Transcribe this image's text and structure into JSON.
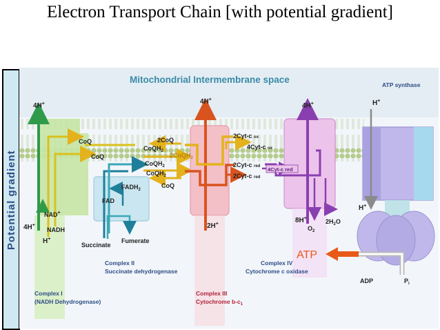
{
  "title": "Electron Transport Chain [with potential gradient]",
  "sidebar_label": "Potential gradient",
  "space_label": "Mitochondrial Intermembrane space",
  "colors": {
    "membrane_bg": "#dbe7ef",
    "membrane_heads": "#b5cc8d",
    "complex_I": "#c6e6a4",
    "complex_II": "#c9e6f1",
    "complex_III": "#f3c0c8",
    "complex_IV": "#ecc3ea",
    "atp_synthase": "#c0b8ea",
    "atp_arrow": "#e85a1a",
    "label_blue": "#2e4d86",
    "label_red": "#b0243a"
  },
  "proton_labels": {
    "top_I": "4H",
    "top_III": "4H",
    "top_IV": "4H",
    "top_atp": "H",
    "bottom_I_4h": "4H",
    "bottom_I_h": "H",
    "bottom_III": "2H",
    "bottom_IV": "8H",
    "bottom_atp": "H",
    "plus": "+"
  },
  "carriers": {
    "coq_1": "CoQ",
    "coq_2": "CoQ",
    "coq_3": "CoQ",
    "two_coq": "2CoQ",
    "coqh2_1": "CoQH",
    "coqh2_2": "CoQH",
    "coqh2_3": "CoQH",
    "two_coqh2": "2CoQH",
    "sub2": "2"
  },
  "cytochromes": {
    "cyt_ox_2": "2Cyt-c",
    "cyt_ox_4": "4Cyt-c",
    "ox": "ox",
    "cyt_red_2a": "2Cyt-c",
    "cyt_red_2b": "2Cyt-c",
    "red": "red",
    "cyt_red_4": "4Cyt-c red"
  },
  "metabolites": {
    "nad": "NAD",
    "nadh": "NADH",
    "fadh2": "FADH",
    "fad": "FAD",
    "succinate": "Succinate",
    "fumerate": "Fumerate",
    "o2": "O",
    "h2o": "2H",
    "h2o_o": "O",
    "atp": "ATP",
    "adp": "ADP",
    "pi": "P",
    "pi_sub": "i",
    "atp_synthase": "ATP synthase"
  },
  "complexes": {
    "I_name": "Complex I",
    "I_full": "(NADH Dehydrogenase)",
    "II_name": "Complex II",
    "II_full": "Succinate dehydrogenase",
    "III_name": "Complex III",
    "III_full": "Cytochrome b-c",
    "III_sub": "1",
    "IV_name": "Complex IV",
    "IV_full": "Cytochrome c oxidase"
  }
}
